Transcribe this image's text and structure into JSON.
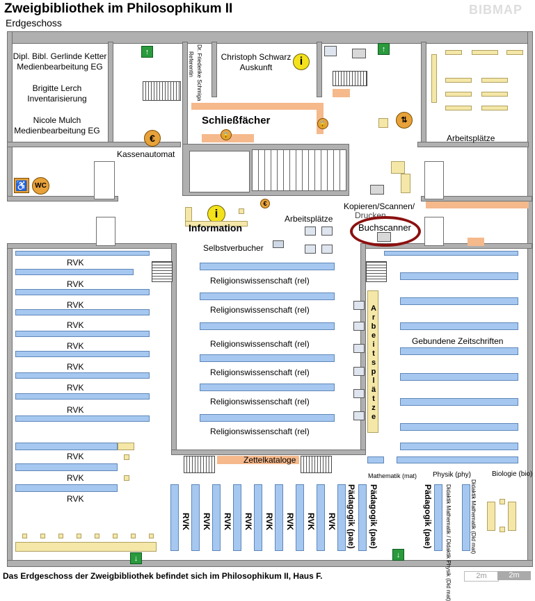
{
  "header": {
    "title": "Zweigbibliothek im Philosophikum II",
    "floor": "Erdgeschoss",
    "brand": "BIBMAP"
  },
  "rooms": {
    "office1_name": "Dipl. Bibl. Gerlinde Ketter",
    "office1_role": "Medienbearbeitung EG",
    "office2_name": "Brigitte Lerch",
    "office2_role": "Inventarisierung",
    "office3_name": "Nicole Mulch",
    "office3_role": "Medienbearbeitung EG",
    "office4_name": "Dr. Friederike Schmiga",
    "office4_role": "Referentin",
    "office5_name": "Christoph Schwarz",
    "office5_role": "Auskunft"
  },
  "labels": {
    "lockers": "Schließfächer",
    "cash": "Kassenautomat",
    "info": "Information",
    "selfcheck": "Selbstverbucher",
    "workspaces": "Arbeitsplätze",
    "workspaces_top": "Arbeitsplätze",
    "copy": "Kopieren/Scannen/",
    "copy2": "Drucken",
    "bookscanner": "Buchscanner",
    "catalog": "Zettelkataloge",
    "journals": "Gebundene Zeitschriften",
    "math": "Mathematik (mat)",
    "phys": "Physik (phy)",
    "bio": "Biologie (bio)",
    "did1": "Didaktik Mathematik / Didaktik Physik (Did mat)",
    "did2": "Didaktik Mathematik (Did mat)",
    "vertical_work": "Arbeitsplätze",
    "wc": "WC"
  },
  "rvk_left": [
    "RVK",
    "RVK",
    "RVK",
    "RVK",
    "RVK",
    "RVK",
    "RVK",
    "RVK",
    "RVK",
    "RVK",
    "RVK"
  ],
  "religion": [
    "Religionswissenschaft (rel)",
    "Religionswissenschaft (rel)",
    "Religionswissenschaft (rel)",
    "Religionswissenschaft (rel)",
    "Religionswissenschaft (rel)",
    "Religionswissenschaft (rel)"
  ],
  "rvk_bottom": [
    "RVK",
    "RVK",
    "RVK",
    "RVK",
    "RVK",
    "RVK",
    "RVK",
    "RVK"
  ],
  "paed": [
    "Pädagogik (pae)",
    "Pädagogik (pae)",
    "Pädagogik (pae)"
  ],
  "footer": {
    "text": "Das Erdgeschoss der Zweigbibliothek befindet sich im Philosophikum II, Haus F.",
    "scale1": "2m",
    "scale2": "2m"
  },
  "colors": {
    "shelf": "#a6c8f0",
    "wall": "#b0b0b0",
    "table": "#f4e7a8",
    "highlight": "#8b1010"
  }
}
